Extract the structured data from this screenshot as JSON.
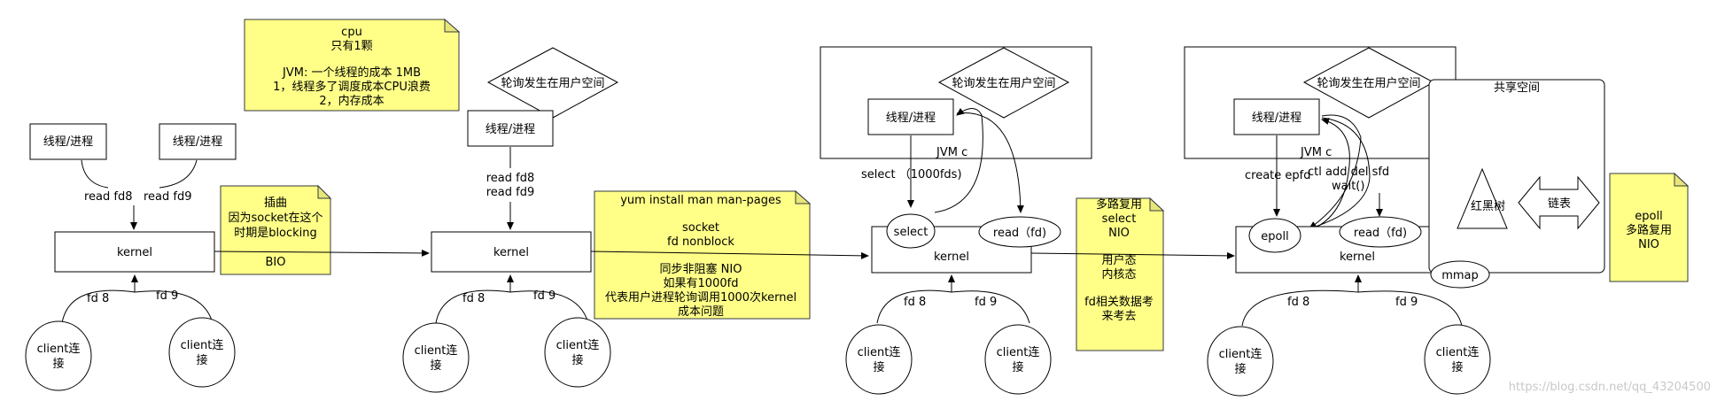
{
  "labels": {
    "thread": "线程/进程",
    "kernel": "kernel",
    "client": [
      "client连",
      "接"
    ],
    "fd8": "fd 8",
    "fd9": "fd 9",
    "poll_user": "轮询发生在用户空间"
  },
  "stage1": {
    "read_fd8": "read fd8",
    "read_fd9": "read fd9"
  },
  "note_cpu": [
    "cpu",
    "只有1颗",
    "",
    "JVM: 一个线程的成本  1MB",
    "1，线程多了调度成本CPU浪费",
    "2，内存成本"
  ],
  "note_bio": [
    "插曲",
    "因为socket在这个",
    "时期是blocking",
    "",
    "BIO"
  ],
  "stage2": {
    "read_lines": [
      "read fd8",
      "read fd9"
    ]
  },
  "note_nio": [
    "yum install man  man-pages",
    "",
    "socket",
    "fd nonblock",
    "",
    "同步非阻塞   NIO",
    "如果有1000fd",
    "代表用户进程轮询调用1000次kernel",
    "成本问题"
  ],
  "stage3": {
    "jvm": "JVM  c",
    "select_call": "select  （1000fds)",
    "select": "select",
    "read_fd": "read（fd)"
  },
  "note_multiplex": [
    "多路复用",
    "select",
    "NIO",
    "",
    "用户态",
    "内核态",
    "",
    "fd相关数据考",
    "来考去"
  ],
  "stage4": {
    "jvm": "JVM  c",
    "create": "create epfd",
    "ctl": "ctl add del sfd",
    "wait": "wait()",
    "epoll": "epoll",
    "read_fd": "read（fd)",
    "shared": "共享空间",
    "rbtree": "红黑树",
    "list": "链表",
    "mmap": "mmap"
  },
  "note_epoll": [
    "epoll",
    "多路复用",
    "NIO"
  ],
  "watermark": "https://blog.csdn.net/qq_43204500"
}
